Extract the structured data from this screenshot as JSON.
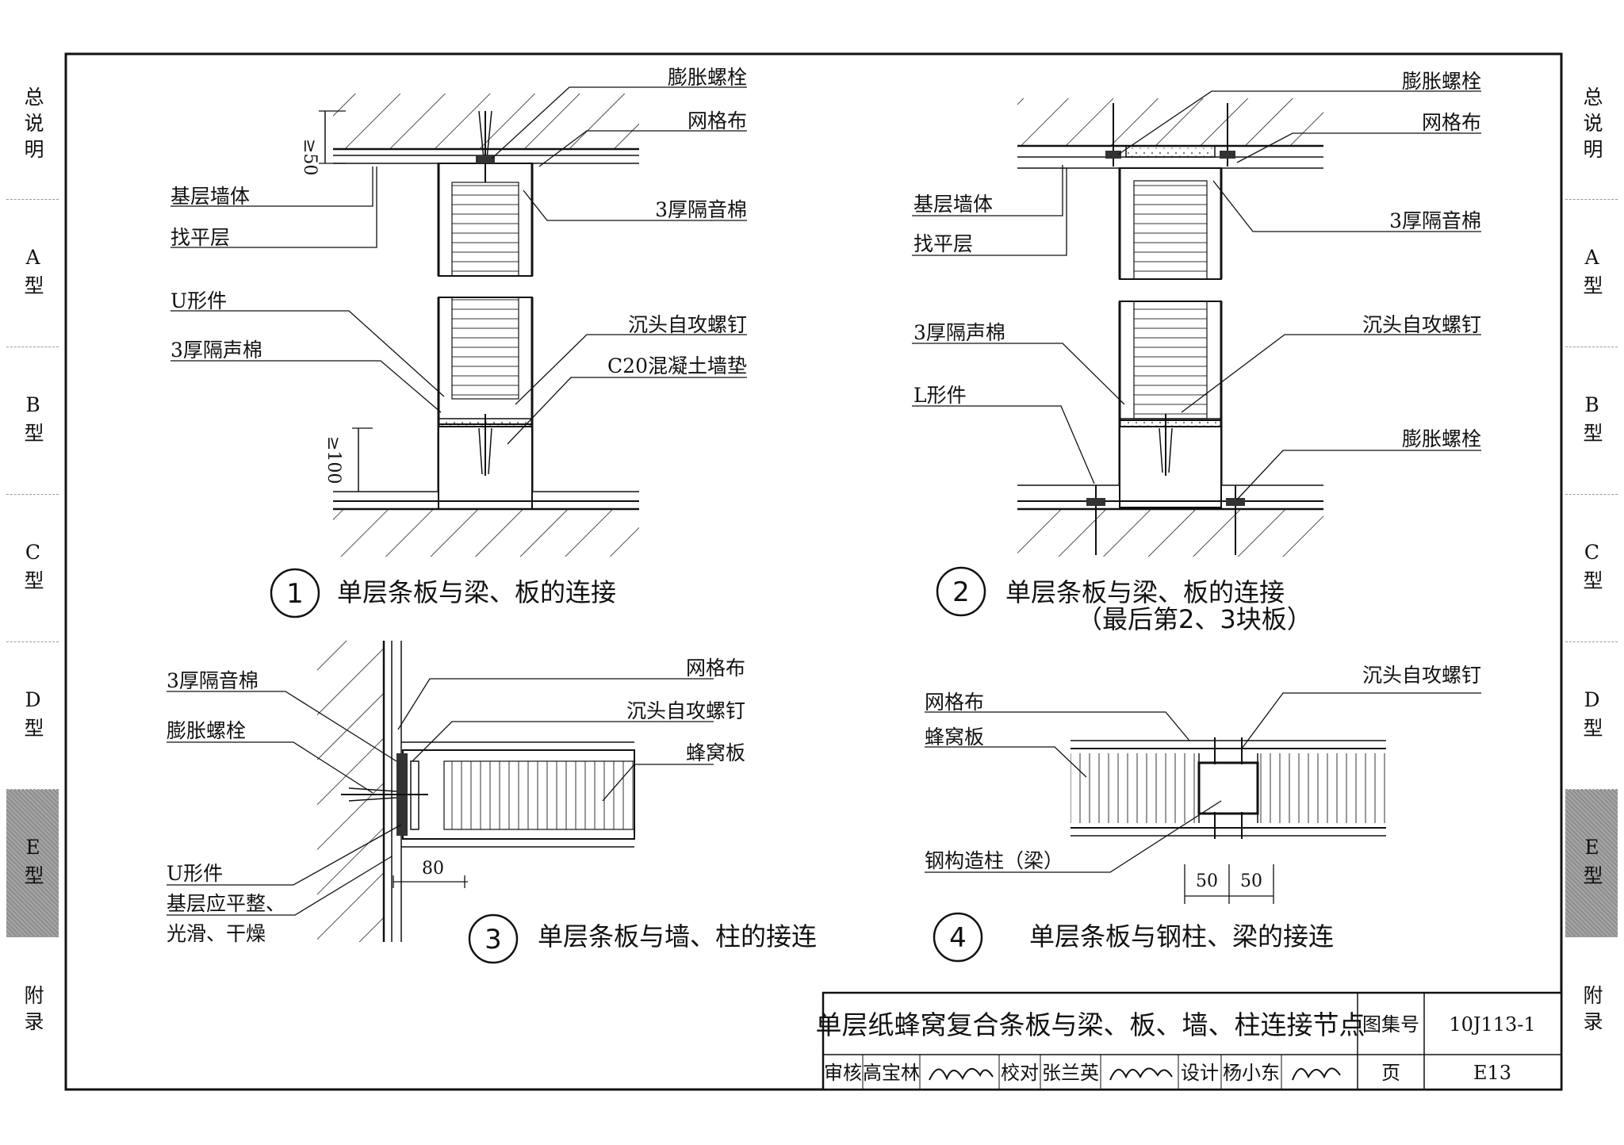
{
  "side_tabs": [
    {
      "label": "总说明"
    },
    {
      "label": "A型"
    },
    {
      "label": "B型"
    },
    {
      "label": "C型"
    },
    {
      "label": "D型"
    },
    {
      "label": "E型",
      "active": true
    },
    {
      "label": "附录"
    }
  ],
  "detail1": {
    "number": "1",
    "caption": "单层条板与梁、板的连接",
    "labels": {
      "expansion_bolt": "膨胀螺栓",
      "mesh_cloth": "网格布",
      "base_wall": "基层墙体",
      "leveling_layer": "找平层",
      "sound_cotton_top": "3厚隔音棉",
      "u_part": "U形件",
      "sound_cotton_bottom": "3厚隔声棉",
      "countersunk_screw": "沉头自攻螺钉",
      "concrete_pad": "C20混凝土墙垫"
    },
    "dims": {
      "top": "≥50",
      "bottom": "≥100"
    }
  },
  "detail2": {
    "number": "2",
    "caption": "单层条板与梁、板的连接",
    "caption_sub": "（最后第2、3块板）",
    "labels": {
      "expansion_bolt_top": "膨胀螺栓",
      "mesh_cloth": "网格布",
      "base_wall": "基层墙体",
      "leveling_layer": "找平层",
      "sound_cotton_top": "3厚隔音棉",
      "sound_cotton_bottom": "3厚隔声棉",
      "l_part": "L形件",
      "countersunk_screw": "沉头自攻螺钉",
      "expansion_bolt_bottom": "膨胀螺栓"
    }
  },
  "detail3": {
    "number": "3",
    "caption": "单层条板与墙、柱的接连",
    "labels": {
      "sound_cotton": "3厚隔音棉",
      "expansion_bolt": "膨胀螺栓",
      "mesh_cloth": "网格布",
      "countersunk_screw": "沉头自攻螺钉",
      "honeycomb_board": "蜂窝板",
      "u_part": "U形件",
      "base_note_1": "基层应平整、",
      "base_note_2": "光滑、干燥"
    },
    "dims": {
      "width": "80"
    }
  },
  "detail4": {
    "number": "4",
    "caption": "单层条板与钢柱、梁的接连",
    "labels": {
      "countersunk_screw": "沉头自攻螺钉",
      "mesh_cloth": "网格布",
      "honeycomb_board": "蜂窝板",
      "steel_column": "钢构造柱（梁）"
    },
    "dims": {
      "left": "50",
      "right": "50"
    }
  },
  "title_block": {
    "title": "单层纸蜂窝复合条板与梁、板、墙、柱连接节点",
    "atlas_label": "图集号",
    "atlas_no": "10J113-1",
    "review_label": "审核",
    "reviewer": "高宝林",
    "check_label": "校对",
    "checker": "张兰英",
    "design_label": "设计",
    "designer": "杨小东",
    "page_label": "页",
    "page": "E13"
  }
}
